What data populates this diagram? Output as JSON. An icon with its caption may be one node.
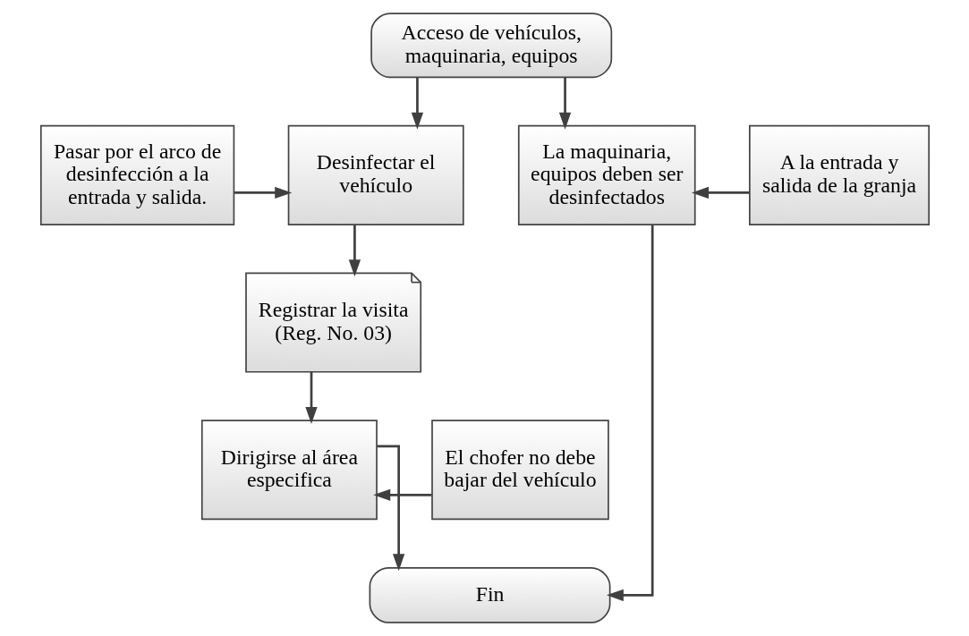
{
  "diagram": {
    "nodes": [
      {
        "text": [
          "Acceso de vehículos, maquinaria, equipos"
        ]
      },
      {
        "text": [
          "Pasar por el arco de desinfección a la entrada y salida."
        ]
      },
      {
        "text": [
          "Desinfectar el vehículo"
        ]
      },
      {
        "text": [
          "La maquinaria, equipos deben ser desinfectados"
        ]
      },
      {
        "text": [
          "A la entrada y salida de la granja"
        ]
      },
      {
        "text": [
          "Registrar la visita (Reg. No. 03)"
        ]
      },
      {
        "text": [
          "El chofer no debe bajar del vehículo"
        ]
      },
      {
        "text": [
          "Dirigirse al área especifica"
        ]
      },
      {
        "text": [
          "Fin"
        ]
      }
    ],
    "edges": [
      {
        "from": 0,
        "to": 2,
        "arrow": "to"
      },
      {
        "from": 0,
        "to": 3,
        "arrow": "to"
      },
      {
        "from": 1,
        "to": 2,
        "arrow": "to"
      },
      {
        "from": 4,
        "to": 3,
        "arrow": "to"
      },
      {
        "from": 2,
        "to": 5,
        "arrow": "to"
      },
      {
        "from": 5,
        "to": 7,
        "arrow": "to"
      },
      {
        "from": 6,
        "to": 7,
        "arrow": "to"
      },
      {
        "from": 7,
        "to": 8,
        "arrow": "to"
      },
      {
        "from": 3,
        "to": 8,
        "arrow": "to"
      }
    ]
  }
}
